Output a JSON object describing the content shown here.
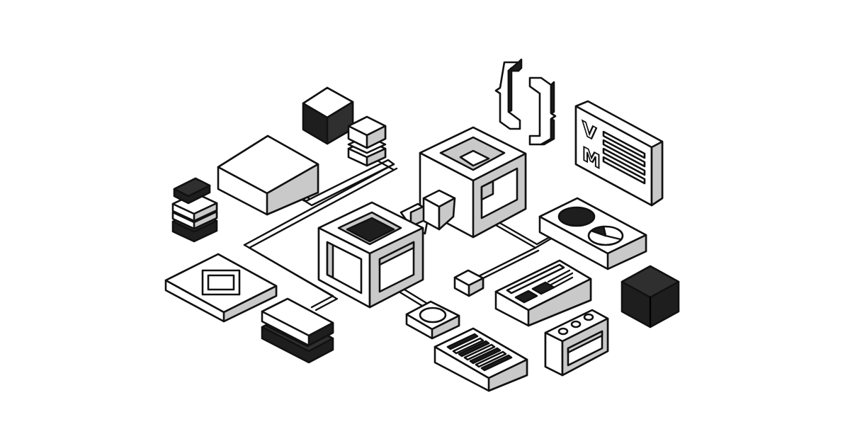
{
  "illustration": {
    "description": "Isometric black-and-white illustration of interconnected modules: cubes, slabs, panels, pipes and code braces",
    "palette": {
      "outline": "#111111",
      "face_light": "#ffffff",
      "face_mid": "#c9c9c9",
      "face_dark": "#2f2f2f",
      "background": "#ffffff"
    },
    "vm_panel": {
      "letter_1": "V",
      "letter_2": "M",
      "line_count": 4
    },
    "braces": {
      "left": "{",
      "right": "}"
    },
    "elements": [
      "dark-cube-top",
      "small-stacked-cube",
      "large-white-box",
      "stacked-layers-left",
      "hollow-cube-back",
      "hollow-cube-front",
      "connector-arrow-block",
      "code-braces",
      "vm-panel",
      "pie-chart-slab",
      "dashboard-slab",
      "dark-cube-right",
      "small-cube-connector",
      "circle-button-slab",
      "barcode-slab",
      "oven-box",
      "framed-square-slab",
      "stacked-slabs-bottom"
    ]
  }
}
